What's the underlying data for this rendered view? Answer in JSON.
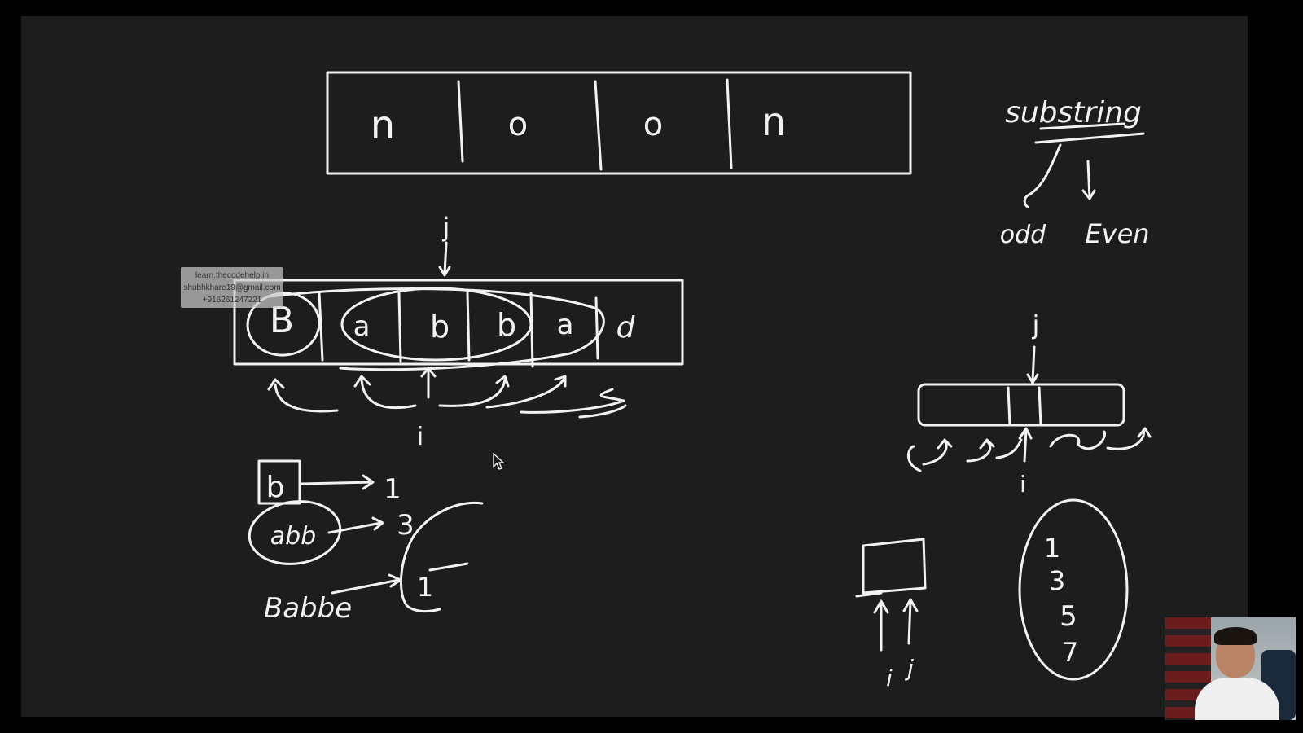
{
  "top_array": {
    "chars": [
      "n",
      "o",
      "o",
      "n"
    ]
  },
  "note": {
    "title": "substring",
    "branch_left": "odd",
    "branch_right": "Even"
  },
  "main_array": {
    "chars": [
      "B",
      "a",
      "b",
      "b",
      "a",
      "d"
    ],
    "pointer_top": "j",
    "pointer_bottom": "i"
  },
  "map_sketch": {
    "keys": [
      "b",
      "abb",
      "Babbe"
    ],
    "values": [
      "1",
      "3",
      "1"
    ]
  },
  "right_array": {
    "pointer_top": "j",
    "pointer_bottom": "i"
  },
  "two_pointer_box": {
    "labels": [
      "i",
      "j"
    ]
  },
  "odd_lengths": [
    "1",
    "3",
    "5",
    "7"
  ],
  "watermark": {
    "site": "learn.thecodehelp.in",
    "email": "shubhkhare19@gmail.com",
    "phone": "+916261247221"
  },
  "colors": {
    "board": "#1d1d1d",
    "ink": "#f2f2f2",
    "frame": "#000000"
  }
}
